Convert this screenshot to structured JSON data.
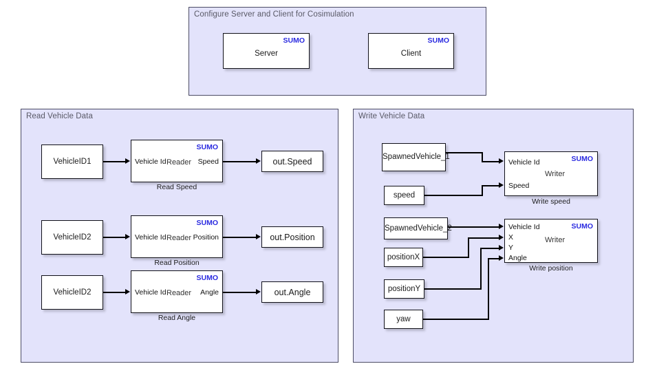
{
  "diagram": {
    "type": "simulink-block-diagram",
    "colors": {
      "panel_fill": "#e3e3fb",
      "panel_border": "#4b4b64",
      "block_fill": "#ffffff",
      "block_border": "#101018",
      "sumo_label": "#2a2ae0",
      "panel_title_text": "#595966",
      "signal_line": "#000000"
    }
  },
  "panels": {
    "configure": {
      "title": "Configure Server and Client for Cosimulation",
      "blocks": {
        "server": {
          "label": "Server",
          "badge": "SUMO"
        },
        "client": {
          "label": "Client",
          "badge": "SUMO"
        }
      }
    },
    "read": {
      "title": "Read Vehicle Data",
      "rows": [
        {
          "source": "VehicleID1",
          "reader": {
            "badge": "SUMO",
            "in_port": "Vehicle Id",
            "mid": "Reader",
            "out_port": "Speed",
            "caption": "Read Speed"
          },
          "sink": "out.Speed"
        },
        {
          "source": "VehicleID2",
          "reader": {
            "badge": "SUMO",
            "in_port": "Vehicle Id",
            "mid": "Reader",
            "out_port": "Position",
            "caption": "Read Position"
          },
          "sink": "out.Position"
        },
        {
          "source": "VehicleID2",
          "reader": {
            "badge": "SUMO",
            "in_port": "Vehicle Id",
            "mid": "Reader",
            "out_port": "Angle",
            "caption": "Read Angle"
          },
          "sink": "out.Angle"
        }
      ]
    },
    "write": {
      "title": "Write Vehicle Data",
      "speed_group": {
        "sources": [
          "SpawnedVehicle_1",
          "speed"
        ],
        "writer": {
          "badge": "SUMO",
          "mid": "Writer",
          "in_ports": [
            "Vehicle Id",
            "Speed"
          ],
          "caption": "Write speed"
        }
      },
      "position_group": {
        "sources": [
          "SpawnedVehicle_2",
          "positionX",
          "positionY",
          "yaw"
        ],
        "writer": {
          "badge": "SUMO",
          "mid": "Writer",
          "in_ports": [
            "Vehicle Id",
            "X",
            "Y",
            "Angle"
          ],
          "caption": "Write position"
        }
      }
    }
  }
}
